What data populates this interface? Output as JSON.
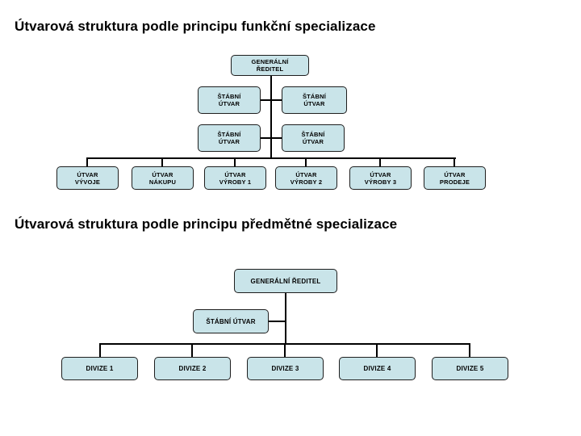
{
  "page": {
    "background_color": "#ffffff",
    "box_fill_color": "#c9e4e9",
    "box_border_color": "#1e1e1e",
    "connector_color": "#000000",
    "title_color": "#000000"
  },
  "charts": [
    {
      "title": "Útvarová struktura podle principu funkční specializace",
      "root": {
        "line1": "GENERÁLNÍ",
        "line2": "ŘEDITEL"
      },
      "staff": [
        {
          "line1": "ŠTÁBNÍ",
          "line2": "ÚTVAR"
        },
        {
          "line1": "ŠTÁBNÍ",
          "line2": "ÚTVAR"
        },
        {
          "line1": "ŠTÁBNÍ",
          "line2": "ÚTVAR"
        },
        {
          "line1": "ŠTÁBNÍ",
          "line2": "ÚTVAR"
        }
      ],
      "departments": [
        {
          "line1": "ÚTVAR",
          "line2": "VÝVOJE"
        },
        {
          "line1": "ÚTVAR",
          "line2": "NÁKUPU"
        },
        {
          "line1": "ÚTVAR",
          "line2": "VÝROBY 1"
        },
        {
          "line1": "ÚTVAR",
          "line2": "VÝROBY 2"
        },
        {
          "line1": "ÚTVAR",
          "line2": "VÝROBY 3"
        },
        {
          "line1": "ÚTVAR",
          "line2": "PRODEJE"
        }
      ]
    },
    {
      "title": "Útvarová struktura podle principu předmětné specializace",
      "root": {
        "label": "GENERÁLNÍ ŘEDITEL"
      },
      "staff": [
        {
          "label": "ŠTÁBNÍ ÚTVAR"
        }
      ],
      "divisions": [
        {
          "label": "DIVIZE 1"
        },
        {
          "label": "DIVIZE 2"
        },
        {
          "label": "DIVIZE 3"
        },
        {
          "label": "DIVIZE 4"
        },
        {
          "label": "DIVIZE 5"
        }
      ]
    }
  ]
}
